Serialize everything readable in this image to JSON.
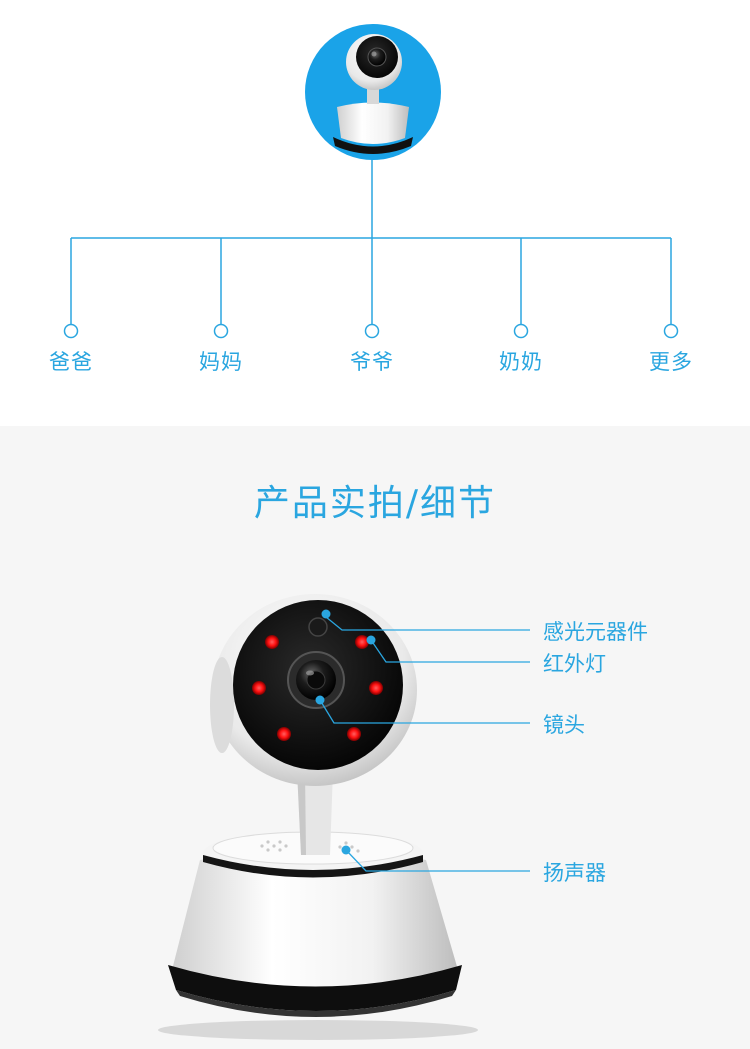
{
  "family_tree": {
    "members": [
      "爸爸",
      "妈妈",
      "爷爷",
      "奶奶",
      "更多"
    ]
  },
  "details": {
    "title": "产品实拍/细节",
    "features": {
      "sensor": "感光元器件",
      "infrared": "红外灯",
      "lens": "镜头",
      "speaker": "扬声器"
    }
  },
  "colors": {
    "accent": "#2aa6e0",
    "section_bg": "#f6f6f6",
    "led": "#ff1a1a"
  }
}
